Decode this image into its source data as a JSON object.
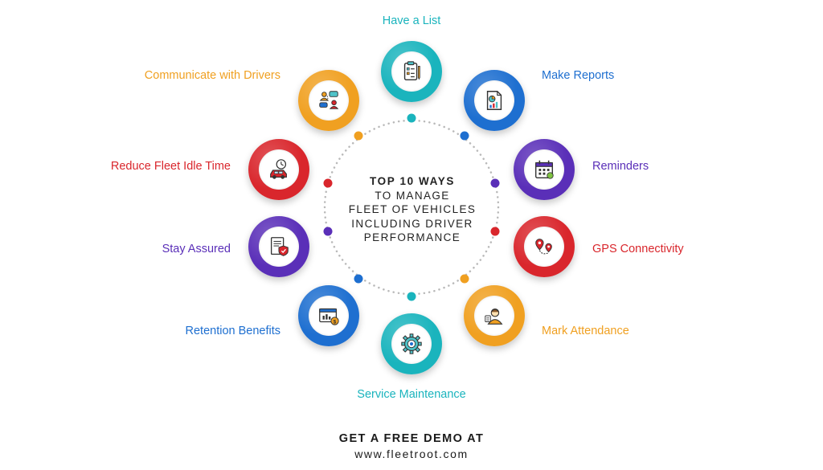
{
  "center": {
    "line1": "TOP 10 WAYS",
    "line2": "TO MANAGE",
    "line3": "FLEET OF VEHICLES",
    "line4": "INCLUDING DRIVER",
    "line5": "PERFORMANCE"
  },
  "items": [
    {
      "label": "Have a List",
      "color": "#1ab4bd",
      "icon": "checklist-icon"
    },
    {
      "label": "Make Reports",
      "color": "#1e6fd0",
      "icon": "report-chart-icon"
    },
    {
      "label": "Reminders",
      "color": "#5a2fb8",
      "icon": "calendar-icon"
    },
    {
      "label": "GPS Connectivity",
      "color": "#d9262c",
      "icon": "map-pin-icon"
    },
    {
      "label": "Mark Attendance",
      "color": "#f0a021",
      "icon": "attendance-person-icon"
    },
    {
      "label": "Service Maintenance",
      "color": "#1ab4bd",
      "icon": "gear-icon"
    },
    {
      "label": "Retention Benefits",
      "color": "#1e6fd0",
      "icon": "benefits-window-icon"
    },
    {
      "label": "Stay Assured",
      "color": "#5a2fb8",
      "icon": "secure-document-icon"
    },
    {
      "label": "Reduce Fleet Idle Time",
      "color": "#d9262c",
      "icon": "car-clock-icon"
    },
    {
      "label": "Communicate with Drivers",
      "color": "#f0a021",
      "icon": "communication-icon"
    }
  ],
  "footer": {
    "line1": "GET A FREE DEMO AT",
    "line2": "www.fleetroot.com"
  }
}
